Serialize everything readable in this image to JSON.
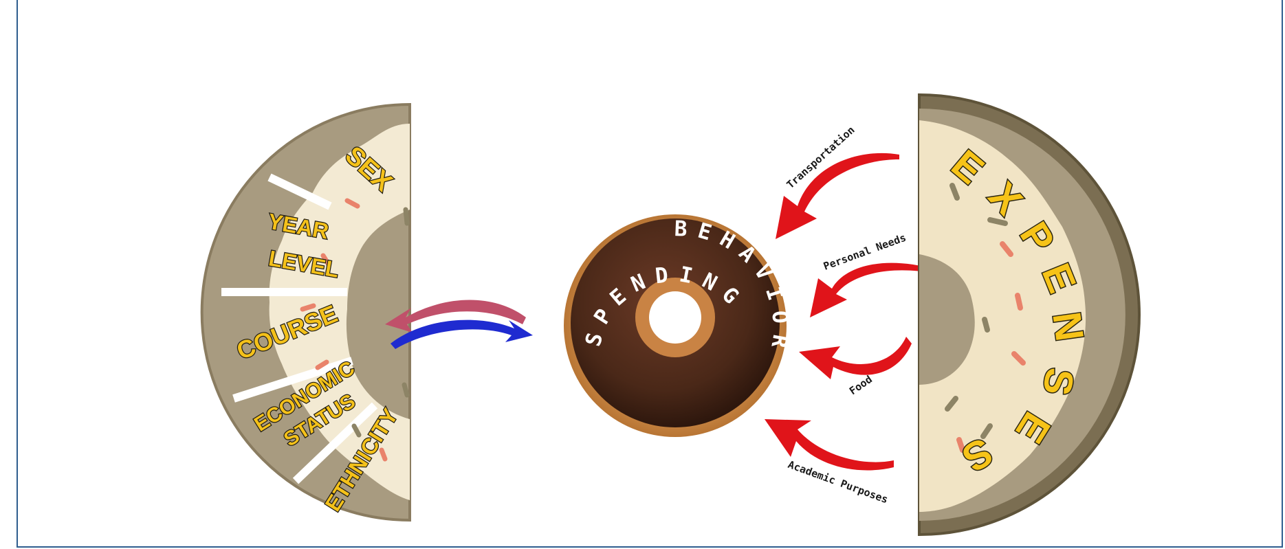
{
  "factors": {
    "sex": "SEX",
    "year_level_line1": "YEAR",
    "year_level_line2": "LEVEL",
    "course": "COURSE",
    "economic_status_line1": "ECONOMIC",
    "economic_status_line2": "STATUS",
    "ethnicity": "ETHNICITY"
  },
  "center": {
    "word1": "SPENDING",
    "word2": "BEHAVIOR"
  },
  "expenses": {
    "title_letters": [
      "E",
      "X",
      "P",
      "E",
      "N",
      "S",
      "E",
      "S"
    ],
    "items": {
      "transportation": "Transportation",
      "personal_needs": "Personal Needs",
      "food": "Food",
      "academic_purposes": "Academic Purposes"
    }
  },
  "colors": {
    "crust": "#a89b80",
    "crust_dark": "#7b6e52",
    "cream": "#f1e4c5",
    "chocolate": "#4a2a1c",
    "dough": "#d99a55",
    "label_yellow": "#f4c11a",
    "arrow_red": "#e0141a",
    "arrow_blue": "#1f2bd0",
    "arrow_pink": "#c0506a"
  }
}
